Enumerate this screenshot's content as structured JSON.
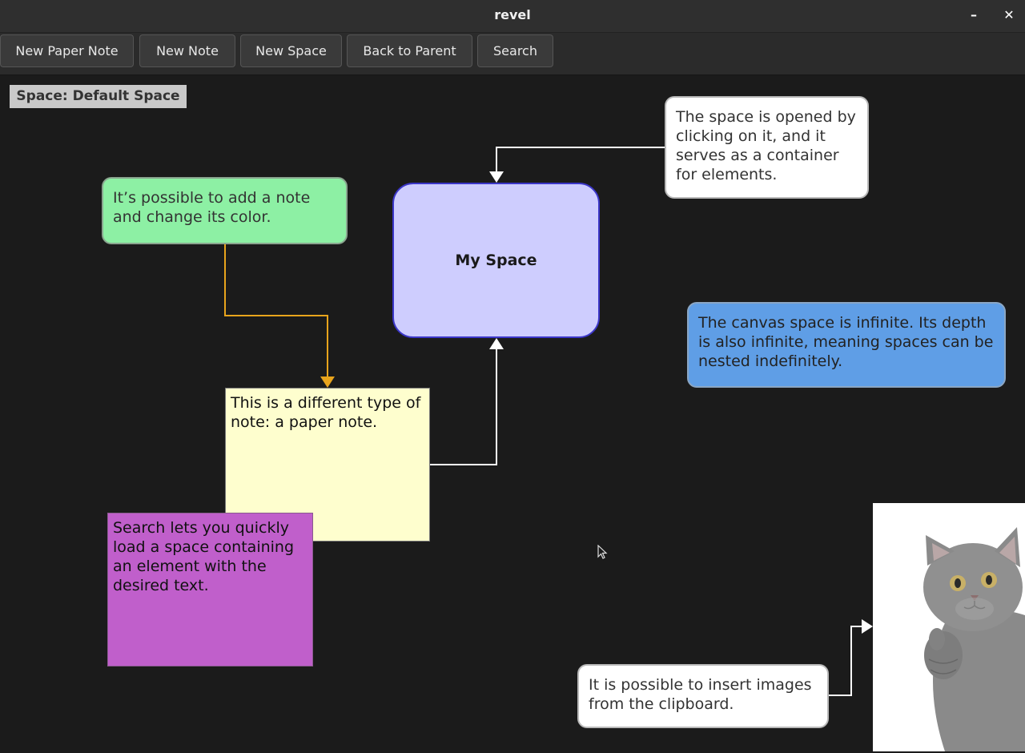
{
  "window": {
    "title": "revel",
    "minimize_glyph": "–",
    "close_glyph": "✕"
  },
  "toolbar": {
    "new_paper_note": "New Paper Note",
    "new_note": "New Note",
    "new_space": "New Space",
    "back_to_parent": "Back to Parent",
    "search": "Search"
  },
  "canvas": {
    "space_label": "Space: Default Space",
    "notes": {
      "space_open": "The space is opened by clicking on it, and it serves as a container for elements.",
      "add_note": "It’s possible to add a note and change its color.",
      "my_space": "My Space",
      "infinite": "The canvas space is infinite. Its depth is also infinite, meaning spaces can be nested indefinitely.",
      "paper_note": "This is a different type of note: a paper note.",
      "search_note": "Search lets you quickly load a space containing an element with the desired text.",
      "images_note": "It is possible to insert images from the clipboard."
    }
  },
  "colors": {
    "canvas_bg": "#1b1b1b",
    "green_note": "#8df0a4",
    "space_fill": "#cecdfe",
    "space_border": "#3b36c8",
    "blue_note": "#5f9ee6",
    "paper_note": "#fefece",
    "purple_note": "#c05fcb",
    "orange_connector": "#e8a41c",
    "white_connector": "#ffffff"
  },
  "icons": {
    "cursor": "mouse-pointer-icon",
    "cat": "kitten-image"
  }
}
